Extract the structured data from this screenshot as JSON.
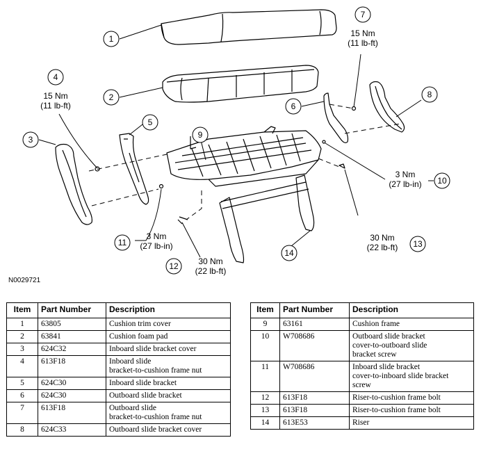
{
  "drawing_id": "N0029721",
  "callouts": [
    {
      "num": "1"
    },
    {
      "num": "2"
    },
    {
      "num": "3"
    },
    {
      "num": "4",
      "torque": [
        "15 Nm",
        "(11 lb-ft)"
      ]
    },
    {
      "num": "5"
    },
    {
      "num": "6"
    },
    {
      "num": "7",
      "torque": [
        "15 Nm",
        "(11 lb-ft)"
      ]
    },
    {
      "num": "8"
    },
    {
      "num": "9"
    },
    {
      "num": "10",
      "torque": [
        "3 Nm",
        "(27 lb-in)"
      ]
    },
    {
      "num": "11",
      "torque": [
        "3 Nm",
        "(27 lb-in)"
      ]
    },
    {
      "num": "12",
      "torque": [
        "30 Nm",
        "(22 lb-ft)"
      ]
    },
    {
      "num": "13",
      "torque": [
        "30 Nm",
        "(22 lb-ft)"
      ]
    },
    {
      "num": "14"
    }
  ],
  "table": {
    "headers": [
      "Item",
      "Part Number",
      "Description"
    ],
    "left_rows": [
      {
        "item": "1",
        "part": "63805",
        "desc": [
          "Cushion trim cover"
        ]
      },
      {
        "item": "2",
        "part": "63841",
        "desc": [
          "Cushion foam pad"
        ]
      },
      {
        "item": "3",
        "part": "624C32",
        "desc": [
          "Inboard slide bracket cover"
        ]
      },
      {
        "item": "4",
        "part": "613F18",
        "desc": [
          "Inboard slide",
          "bracket-to-cushion frame nut"
        ]
      },
      {
        "item": "5",
        "part": "624C30",
        "desc": [
          "Inboard slide bracket"
        ]
      },
      {
        "item": "6",
        "part": "624C30",
        "desc": [
          "Outboard slide bracket"
        ]
      },
      {
        "item": "7",
        "part": "613F18",
        "desc": [
          "Outboard slide",
          "bracket-to-cushion frame nut"
        ]
      },
      {
        "item": "8",
        "part": "624C33",
        "desc": [
          "Outboard slide bracket cover"
        ]
      }
    ],
    "right_rows": [
      {
        "item": "9",
        "part": "63161",
        "desc": [
          "Cushion frame"
        ]
      },
      {
        "item": "10",
        "part": "W708686",
        "desc": [
          "Outboard slide bracket",
          "cover-to-outboard slide",
          "bracket screw"
        ]
      },
      {
        "item": "11",
        "part": "W708686",
        "desc": [
          "Inboard slide bracket",
          "cover-to-inboard slide bracket",
          "screw"
        ]
      },
      {
        "item": "12",
        "part": "613F18",
        "desc": [
          "Riser-to-cushion frame bolt"
        ]
      },
      {
        "item": "13",
        "part": "613F18",
        "desc": [
          "Riser-to-cushion frame bolt"
        ]
      },
      {
        "item": "14",
        "part": "613E53",
        "desc": [
          "Riser"
        ]
      }
    ]
  }
}
